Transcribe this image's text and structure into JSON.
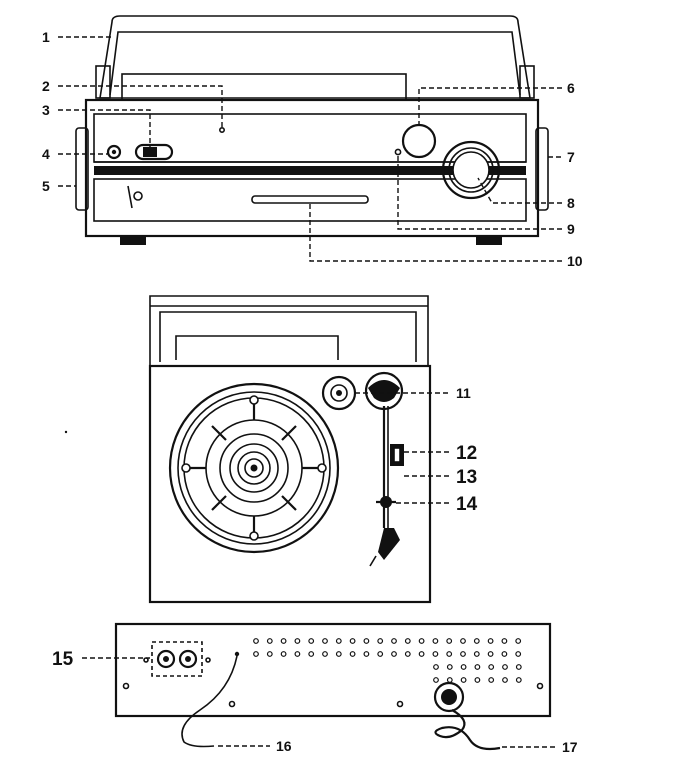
{
  "callouts": {
    "front": [
      "1",
      "2",
      "3",
      "4",
      "5",
      "6",
      "7",
      "8",
      "9",
      "10"
    ],
    "top": [
      "11",
      "12",
      "13",
      "14"
    ],
    "rear": [
      "15",
      "16",
      "17"
    ]
  }
}
